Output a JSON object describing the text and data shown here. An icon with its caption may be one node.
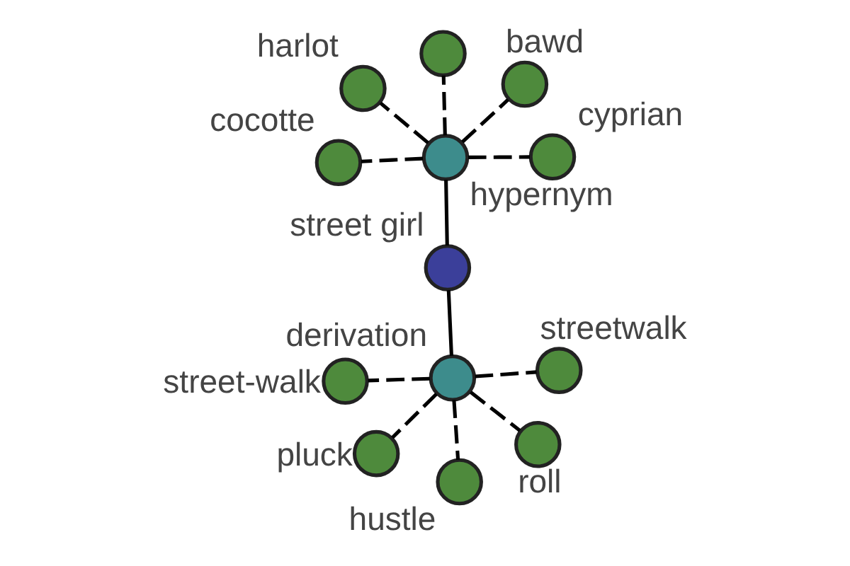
{
  "diagram": {
    "nodes": [
      {
        "text": [
          "street girl"
        ]
      },
      {
        "text": [
          "hypernym"
        ]
      },
      {
        "text": [
          "derivation"
        ]
      },
      {
        "text": [],
        "shape": "circle"
      },
      {
        "text": [
          "bawd"
        ]
      },
      {
        "text": [
          "harlot"
        ]
      },
      {
        "text": [
          "cocotte"
        ]
      },
      {
        "text": [
          "cyprian"
        ]
      },
      {
        "text": [
          "pluck"
        ]
      },
      {
        "text": [
          "hustle"
        ]
      },
      {
        "text": [
          "roll"
        ]
      },
      {
        "text": [
          "street-walk"
        ]
      },
      {
        "text": [
          "streetwalk"
        ]
      }
    ],
    "edges": [
      {
        "from": 0,
        "to": 1,
        "arrow": "none"
      },
      {
        "from": 0,
        "to": 2,
        "arrow": "none"
      },
      {
        "from": 1,
        "to": 3,
        "arrow": "none",
        "style": "dashed"
      },
      {
        "from": 1,
        "to": 4,
        "arrow": "none",
        "style": "dashed"
      },
      {
        "from": 1,
        "to": 5,
        "arrow": "none",
        "style": "dashed"
      },
      {
        "from": 1,
        "to": 6,
        "arrow": "none",
        "style": "dashed"
      },
      {
        "from": 1,
        "to": 7,
        "arrow": "none",
        "style": "dashed"
      },
      {
        "from": 2,
        "to": 8,
        "arrow": "none",
        "style": "dashed"
      },
      {
        "from": 2,
        "to": 9,
        "arrow": "none",
        "style": "dashed"
      },
      {
        "from": 2,
        "to": 10,
        "arrow": "none",
        "style": "dashed"
      },
      {
        "from": 2,
        "to": 11,
        "arrow": "none",
        "style": "dashed"
      },
      {
        "from": 2,
        "to": 12,
        "arrow": "none",
        "style": "dashed"
      }
    ]
  }
}
